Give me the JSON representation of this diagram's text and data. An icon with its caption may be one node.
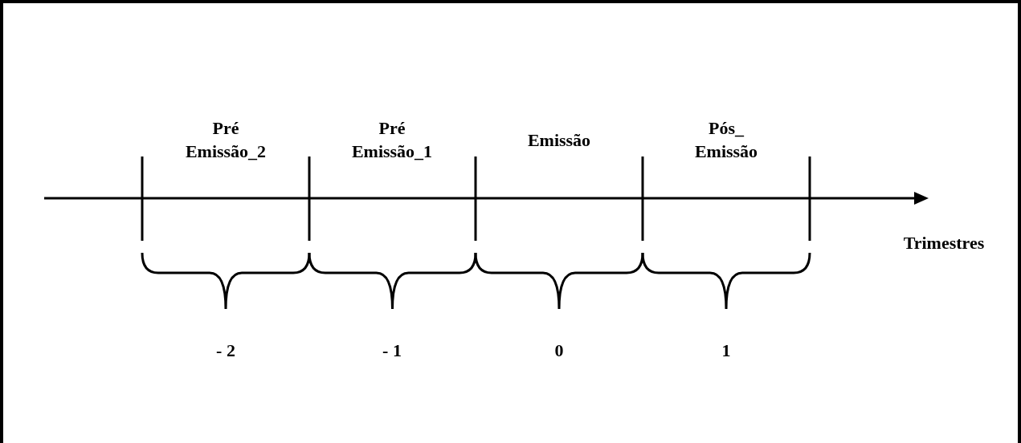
{
  "diagram": {
    "labels": [
      "Pré Emissão_2",
      "Pré Emissão_1",
      "Emissão",
      "Pós_ Emissão",
      "Trimestres",
      "- 2",
      "- 1",
      "0",
      "1"
    ]
  }
}
